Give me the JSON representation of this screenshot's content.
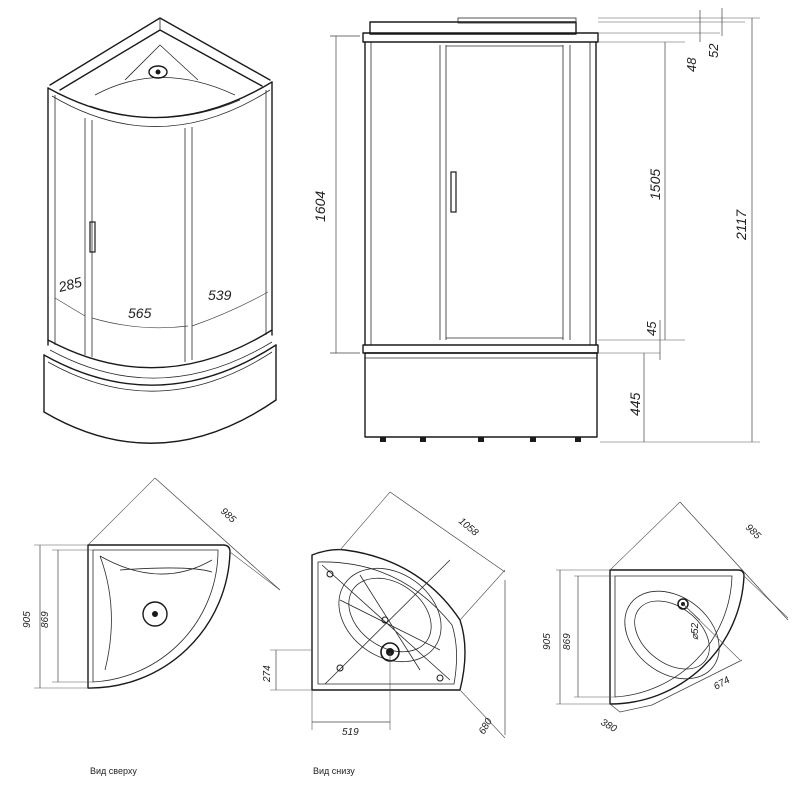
{
  "perspective": {
    "door_offset": "285",
    "door_width": "565",
    "side_width": "539"
  },
  "front": {
    "h_1604": "1604",
    "h_1505": "1505",
    "h_2117": "2117",
    "h_48": "48",
    "h_52": "52",
    "h_45": "45",
    "h_445": "445"
  },
  "top_view": {
    "diagonal": "985",
    "outer": "905",
    "inner": "869",
    "caption": "Вид сверху"
  },
  "bottom_view": {
    "diagonal": "1058",
    "drain_y": "274",
    "drain_x": "519",
    "side": "680",
    "caption": "Вид снизу"
  },
  "tray_view": {
    "diagonal": "985",
    "outer": "905",
    "inner": "869",
    "drain_d": "⌀52",
    "dim_674": "674",
    "dim_380": "380"
  }
}
